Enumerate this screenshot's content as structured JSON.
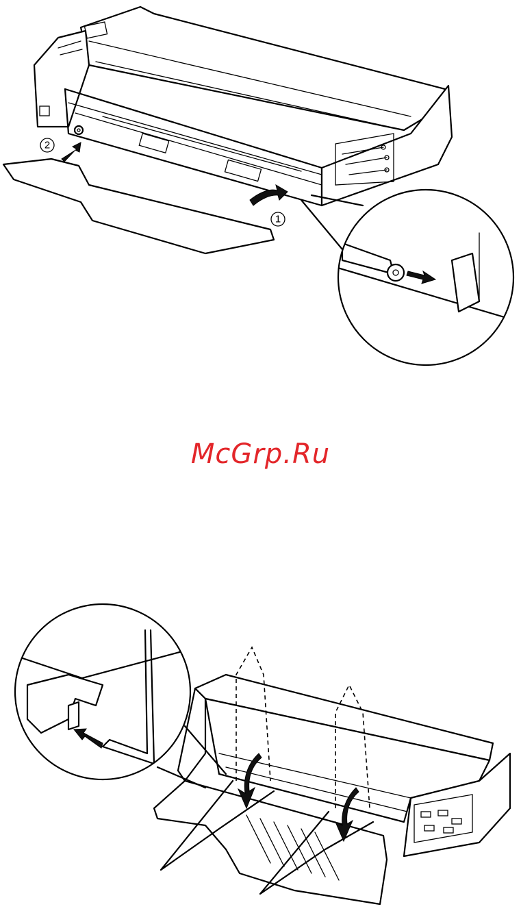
{
  "watermark": {
    "text": "McGrp.Ru",
    "color": "#e3262a"
  },
  "figure_top": {
    "step_labels": [
      "1",
      "2"
    ],
    "icons": [
      "printer-illustration",
      "paper-support-tray",
      "detail-magnifier-circle",
      "arrow-icon"
    ]
  },
  "figure_bottom": {
    "icons": [
      "printer-illustration",
      "paper-support-tray",
      "detail-magnifier-circle",
      "arrow-icon",
      "wire-support-arm"
    ]
  },
  "colors": {
    "line": "#000000",
    "background": "#ffffff"
  }
}
